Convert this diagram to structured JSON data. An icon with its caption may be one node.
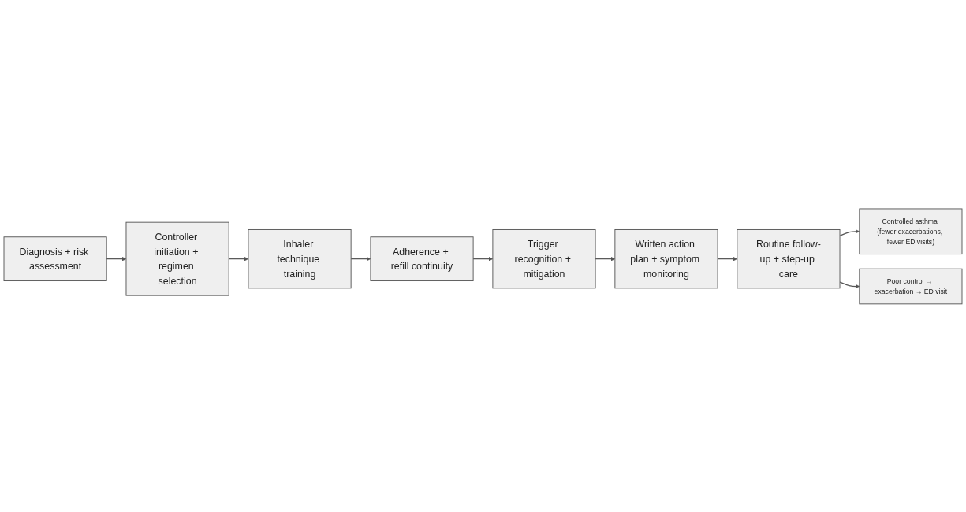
{
  "diagram": {
    "nodes": [
      {
        "text": [
          "Diagnosis + risk assessment"
        ]
      },
      {
        "text": [
          "Controller initiation + regimen selection"
        ]
      },
      {
        "text": [
          "Inhaler technique training"
        ]
      },
      {
        "text": [
          "Adherence + refill continuity"
        ]
      },
      {
        "text": [
          "Trigger recognition + mitigation"
        ]
      },
      {
        "text": [
          "Written action plan + symptom monitoring"
        ]
      },
      {
        "text": [
          "Routine follow-up + step-up care"
        ]
      },
      {
        "text": [
          "Controlled asthma (fewer exacerbations, fewer ED visits)"
        ]
      },
      {
        "text": [
          "Poor control → exacerbation → ED visit"
        ]
      }
    ],
    "edges": [
      {
        "from": 0,
        "to": 1,
        "arrow": "to"
      },
      {
        "from": 1,
        "to": 2,
        "arrow": "to"
      },
      {
        "from": 2,
        "to": 3,
        "arrow": "to"
      },
      {
        "from": 3,
        "to": 4,
        "arrow": "to"
      },
      {
        "from": 4,
        "to": 5,
        "arrow": "to"
      },
      {
        "from": 5,
        "to": 6,
        "arrow": "to"
      },
      {
        "from": 6,
        "to": 7,
        "arrow": "to"
      },
      {
        "from": 6,
        "to": 8,
        "arrow": "to"
      }
    ]
  }
}
